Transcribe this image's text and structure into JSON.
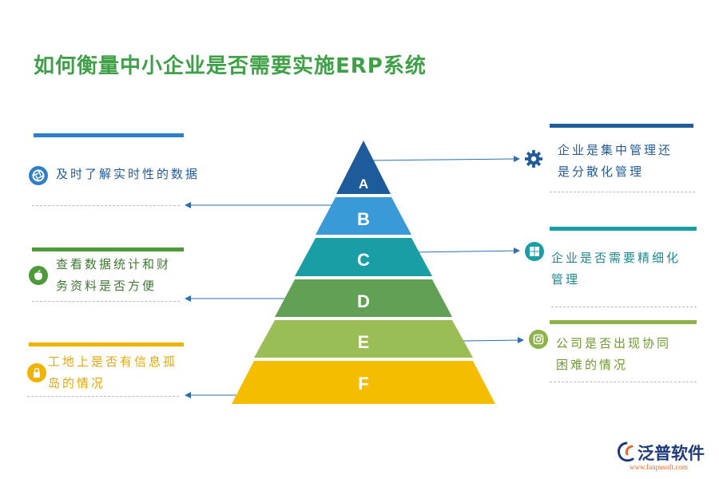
{
  "title": "如何衡量中小企业是否需要实施ERP系统",
  "pyramid": [
    {
      "letter": "A",
      "color": "#1e5b9b"
    },
    {
      "letter": "B",
      "color": "#3a9ad8"
    },
    {
      "letter": "C",
      "color": "#1a9ea6"
    },
    {
      "letter": "D",
      "color": "#62a055"
    },
    {
      "letter": "E",
      "color": "#9abd56"
    },
    {
      "letter": "F",
      "color": "#f5bd00"
    }
  ],
  "left_items": [
    {
      "text": "及时了解实时性的数据",
      "color": "#2f7fc8",
      "icon": "aperture-icon"
    },
    {
      "text_line1": "查看数据统计和财",
      "text_line2": "务资料是否方便",
      "color": "#4e9a3b",
      "icon": "apple-icon"
    },
    {
      "text_line1": "工地上是否有信息孤",
      "text_line2": "岛的情况",
      "color": "#f0b400",
      "icon": "lock-icon"
    }
  ],
  "right_items": [
    {
      "text_line1": "企业是集中管理还",
      "text_line2": "是分散化管理",
      "color": "#1f5c99",
      "icon": "gear-icon"
    },
    {
      "text_line1": "企业是否需要精细化",
      "text_line2": "管理",
      "color": "#1a9ea6",
      "icon": "windows-icon"
    },
    {
      "text_line1": "公司是否出现协同",
      "text_line2": "困难的情况",
      "color": "#8db34a",
      "icon": "instagram-icon"
    }
  ],
  "logo": {
    "name": "泛普软件",
    "url": "www.fanpusoft.com"
  }
}
